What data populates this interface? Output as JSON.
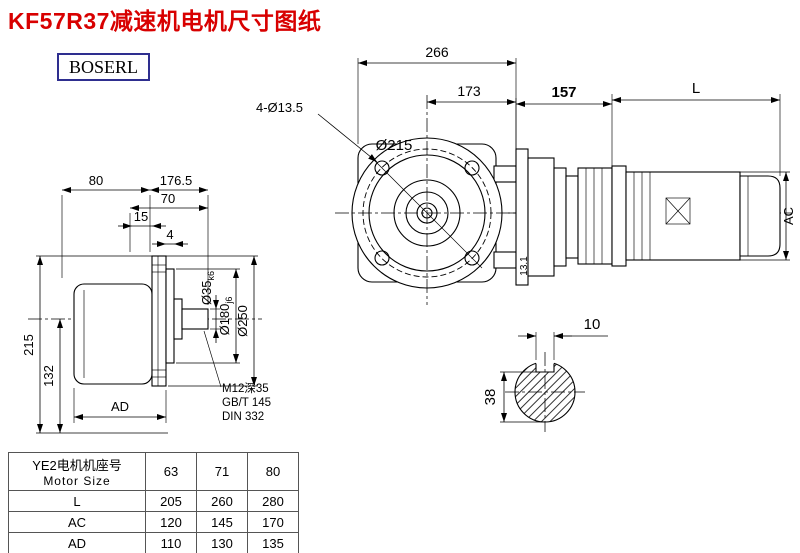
{
  "page": {
    "title": "KF57R37减速机电机尺寸图纸",
    "logo": "BOSERL",
    "colors": {
      "title": "#d80000",
      "logo_border": "#2e2e8f",
      "line": "#000000"
    }
  },
  "front_view": {
    "overall_width": "266",
    "pilot_width": "173",
    "bolt_holes": "4-Ø13.5",
    "bolt_circle": "Ø215"
  },
  "motor_view": {
    "dim_157": "157",
    "length": "L",
    "diameter": "AC",
    "flange_depth": "13.1"
  },
  "side_view": {
    "dim_80": "80",
    "dim_176_5": "176.5",
    "dim_70": "70",
    "dim_15": "15",
    "dim_4": "4",
    "height_215": "215",
    "height_132": "132",
    "dim_ad": "AD",
    "shaft_dia": "Ø35",
    "shaft_tol": "k6",
    "pilot_dia": "Ø180",
    "pilot_tol": "j6",
    "flange_dia": "Ø250",
    "tap_line1": "M12深35",
    "tap_line2": "GB/T 145",
    "tap_line3": "DIN 332"
  },
  "key_section": {
    "key_width": "10",
    "key_depth": "38"
  },
  "table": {
    "header_cn": "YE2电机机座号",
    "header_en": "Motor Size",
    "sizes": [
      "63",
      "71",
      "80"
    ],
    "rows": [
      {
        "label": "L",
        "values": [
          "205",
          "260",
          "280"
        ]
      },
      {
        "label": "AC",
        "values": [
          "120",
          "145",
          "170"
        ]
      },
      {
        "label": "AD",
        "values": [
          "110",
          "130",
          "135"
        ]
      }
    ]
  }
}
